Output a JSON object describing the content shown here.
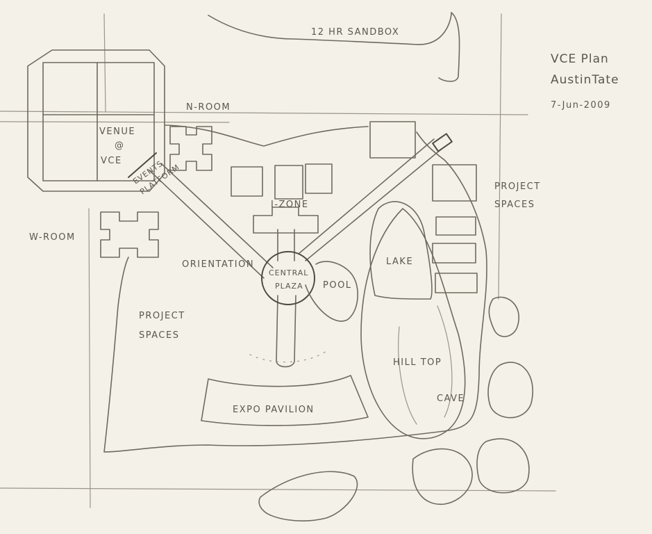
{
  "labels": {
    "sandbox": "12 HR SANDBOX",
    "title_line1": "VCE Plan",
    "title_line2": "AustinTate",
    "date": "7-Jun-2009",
    "n_room": "N-ROOM",
    "w_room": "W-ROOM",
    "venue_line1": "VENUE",
    "venue_line2": "@",
    "venue_line3": "VCE",
    "events_line1": "EVENTS",
    "events_line2": "PLATFORM",
    "i_zone": "I-ZONE",
    "orientation": "ORIENTATION",
    "central_line1": "CENTRAL",
    "central_line2": "PLAZA",
    "pool": "POOL",
    "lake": "LAKE",
    "hill_top": "HILL TOP",
    "cave": "CAVE",
    "expo": "EXPO PAVILION",
    "project_spaces_left_line1": "PROJECT",
    "project_spaces_left_line2": "SPACES",
    "project_spaces_right_line1": "PROJECT",
    "project_spaces_right_line2": "SPACES"
  }
}
